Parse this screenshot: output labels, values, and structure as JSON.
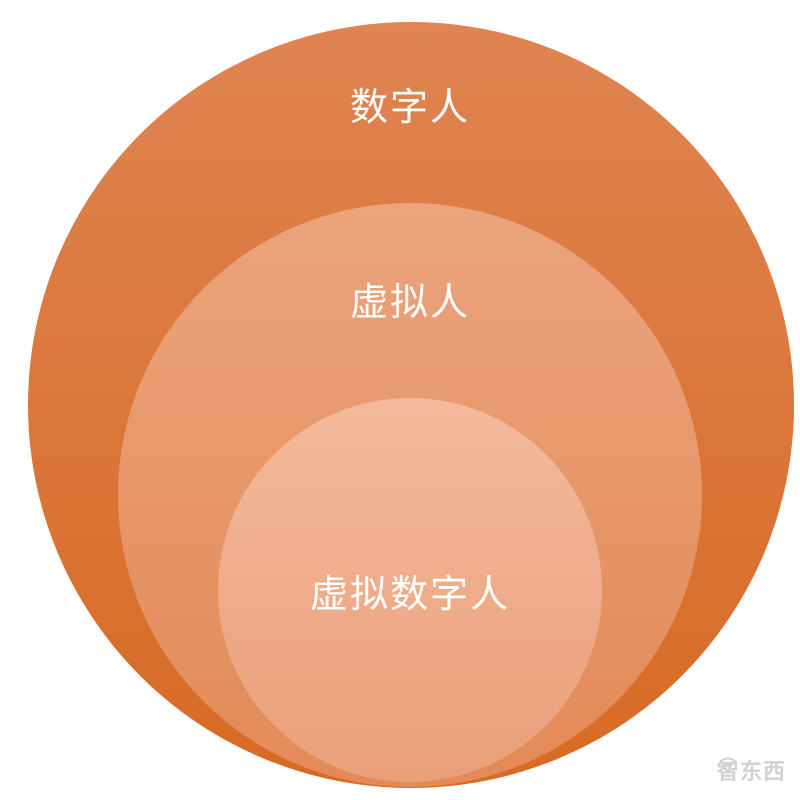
{
  "diagram": {
    "outer_label": "数字人",
    "middle_label": "虚拟人",
    "inner_label": "虚拟数字人"
  },
  "colors": {
    "outer_top": "#DF8452",
    "outer_bottom": "#D76A24",
    "middle_top": "#EBA47D",
    "middle_bottom": "#E38A57",
    "inner_top": "#F4B99C",
    "inner_bottom": "#E9A07A",
    "label": "#FFFFFF"
  },
  "watermark": {
    "text": "智东西"
  }
}
